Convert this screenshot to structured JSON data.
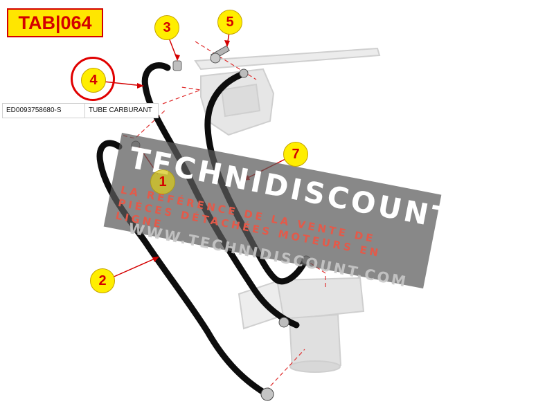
{
  "tab_label": "TAB|064",
  "reference": {
    "code": "ED0093758680-S",
    "name": "TUBE CARBURANT"
  },
  "callouts": [
    "1",
    "2",
    "3",
    "4",
    "5",
    "7"
  ],
  "highlighted_callout": "4",
  "watermark": {
    "brand": "TECHNIDISCOUNT",
    "tagline": "LA RÉFÉRENCE DE LA VENTE DE PIÈCES DÉTACHÉES MOTEURS EN LIGNE",
    "url": "WWW.TECHNIDISCOUNT.COM"
  },
  "colors": {
    "badge_fill": "#ffe600",
    "badge_text": "#d40000",
    "callout_fill": "#ffee00",
    "callout_text": "#d40000",
    "highlight_ring": "#e00000",
    "hose": "#111111",
    "leader_dashed": "#e03030"
  }
}
